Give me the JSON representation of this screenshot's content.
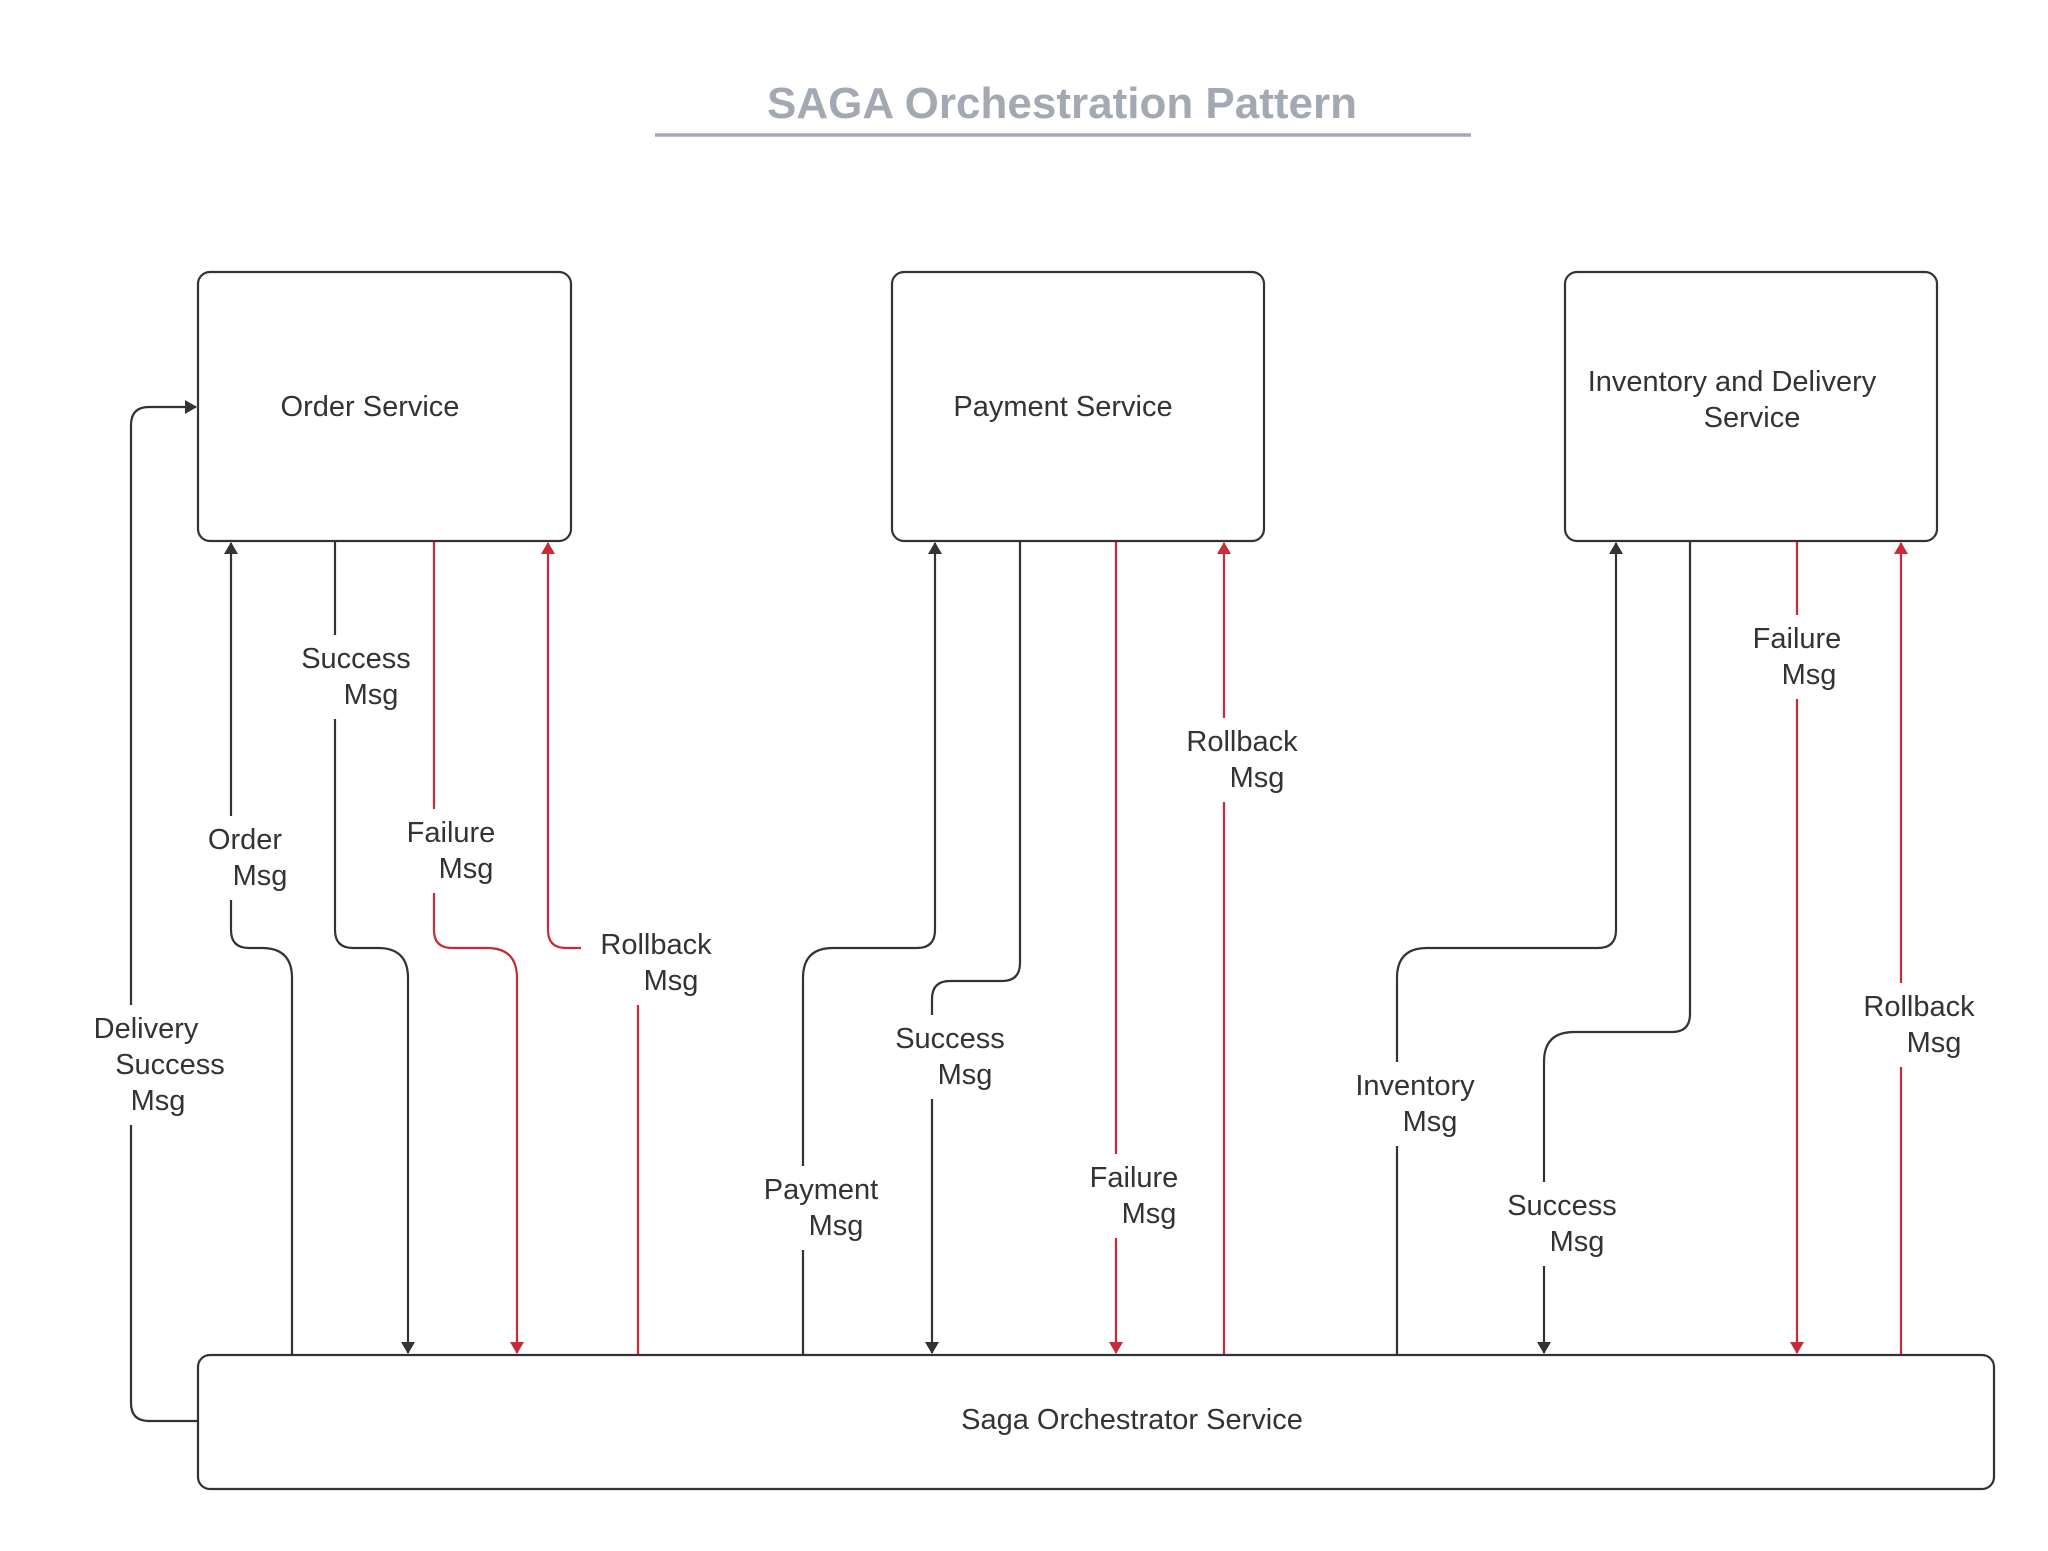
{
  "title": "SAGA Orchestration Pattern",
  "colors": {
    "title": "#a3a9b3",
    "title_underline": "#a3a9b3",
    "node_stroke": "#333333",
    "text": "#333333",
    "success_flow": "#333333",
    "failure_flow": "#c92a37"
  },
  "nodes": [
    {
      "id": "order",
      "label_lines": [
        "Order Service"
      ]
    },
    {
      "id": "payment",
      "label_lines": [
        "Payment Service"
      ]
    },
    {
      "id": "inventory",
      "label_lines": [
        "Inventory and Delivery",
        "Service"
      ]
    },
    {
      "id": "orchestrator",
      "label_lines": [
        "Saga Orchestrator Service"
      ]
    }
  ],
  "edges": [
    {
      "id": "delivery-success",
      "from": "orchestrator",
      "to": "order",
      "kind": "success",
      "label_lines": [
        "Delivery",
        "Success",
        "Msg"
      ]
    },
    {
      "id": "order-msg",
      "from": "orchestrator",
      "to": "order",
      "kind": "success",
      "label_lines": [
        "Order",
        "Msg"
      ]
    },
    {
      "id": "order-success",
      "from": "order",
      "to": "orchestrator",
      "kind": "success",
      "label_lines": [
        "Success",
        "Msg"
      ]
    },
    {
      "id": "order-failure",
      "from": "order",
      "to": "orchestrator",
      "kind": "failure",
      "label_lines": [
        "Failure",
        "Msg"
      ]
    },
    {
      "id": "order-rollback",
      "from": "orchestrator",
      "to": "order",
      "kind": "failure",
      "label_lines": [
        "Rollback",
        "Msg"
      ]
    },
    {
      "id": "payment-msg",
      "from": "orchestrator",
      "to": "payment",
      "kind": "success",
      "label_lines": [
        "Payment",
        "Msg"
      ]
    },
    {
      "id": "payment-success",
      "from": "payment",
      "to": "orchestrator",
      "kind": "success",
      "label_lines": [
        "Success",
        "Msg"
      ]
    },
    {
      "id": "payment-failure",
      "from": "payment",
      "to": "orchestrator",
      "kind": "failure",
      "label_lines": [
        "Failure",
        "Msg"
      ]
    },
    {
      "id": "payment-rollback",
      "from": "orchestrator",
      "to": "payment",
      "kind": "failure",
      "label_lines": [
        "Rollback",
        "Msg"
      ]
    },
    {
      "id": "inventory-msg",
      "from": "orchestrator",
      "to": "inventory",
      "kind": "success",
      "label_lines": [
        "Inventory",
        "Msg"
      ]
    },
    {
      "id": "inventory-success",
      "from": "inventory",
      "to": "orchestrator",
      "kind": "success",
      "label_lines": [
        "Success",
        "Msg"
      ]
    },
    {
      "id": "inventory-failure",
      "from": "inventory",
      "to": "orchestrator",
      "kind": "failure",
      "label_lines": [
        "Failure",
        "Msg"
      ]
    },
    {
      "id": "inventory-rollback",
      "from": "orchestrator",
      "to": "inventory",
      "kind": "failure",
      "label_lines": [
        "Rollback",
        "Msg"
      ]
    }
  ]
}
